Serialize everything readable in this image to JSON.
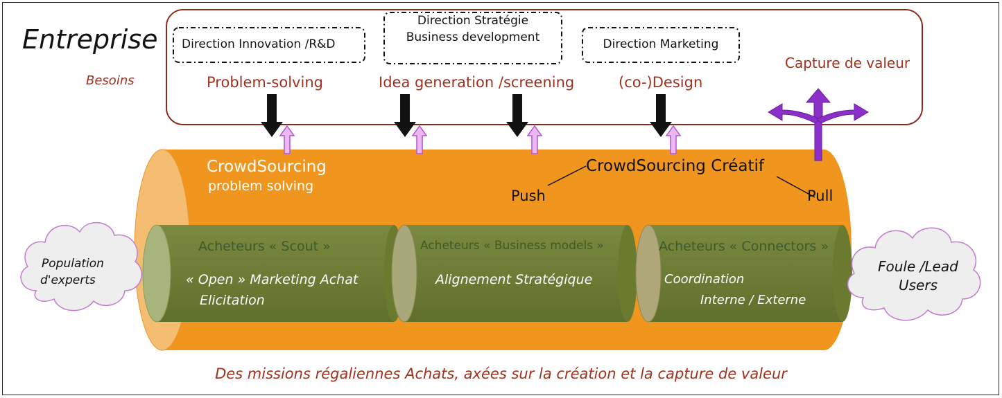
{
  "enterprise": {
    "title": "Entreprise",
    "needs_label": "Besoins",
    "directions": [
      "Direction Innovation /R&D",
      "Direction Stratégie",
      "Business development",
      "Direction Marketing"
    ],
    "needs": [
      "Problem-solving",
      "Idea generation /screening",
      "(co-)Design"
    ],
    "value_capture": "Capture de valeur"
  },
  "pipe": {
    "crowdsourcing_title": "CrowdSourcing",
    "crowdsourcing_sub": "problem solving",
    "creative_title": "CrowdSourcing Créatif",
    "push": "Push",
    "pull": "Pull"
  },
  "segments": [
    {
      "title": "Acheteurs « Scout »",
      "line1": "« Open » Marketing Achat",
      "line2": "Elicitation"
    },
    {
      "title": "Acheteurs « Business models »",
      "line1": "Alignement Stratégique",
      "line2": ""
    },
    {
      "title": "Acheteurs « Connectors »",
      "line1": "Coordination",
      "line2": "Interne / Externe"
    }
  ],
  "clouds": {
    "left": [
      "Population",
      "d'experts"
    ],
    "right": [
      "Foule /Lead",
      "Users"
    ]
  },
  "footer": "Des missions régaliennes Achats, axées sur la création et la capture de valeur",
  "colors": {
    "orange": "#F0961E",
    "green": "#6E7F36",
    "dark_red": "#A0311E",
    "purple": "#8B2FC9",
    "pink_arrow": "#D98BE8"
  }
}
